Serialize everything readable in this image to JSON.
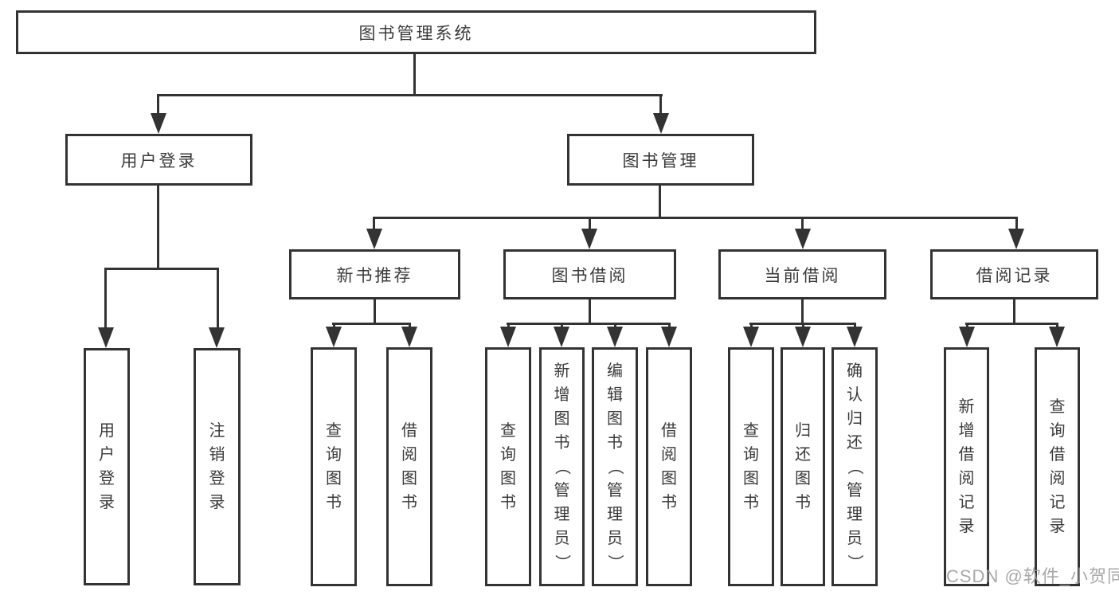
{
  "diagram": {
    "type": "function-structure-tree",
    "tree": {
      "label": "图书管理系统",
      "children": [
        {
          "label": "用户登录",
          "children": [
            {
              "label": "用户登录"
            },
            {
              "label": "注销登录"
            }
          ]
        },
        {
          "label": "图书管理",
          "children": [
            {
              "label": "新书推荐",
              "children": [
                {
                  "label": "查询图书"
                },
                {
                  "label": "借阅图书"
                }
              ]
            },
            {
              "label": "图书借阅",
              "children": [
                {
                  "label": "查询图书"
                },
                {
                  "label": "新增图书（管理员）"
                },
                {
                  "label": "编辑图书（管理员）"
                },
                {
                  "label": "借阅图书"
                }
              ]
            },
            {
              "label": "当前借阅",
              "children": [
                {
                  "label": "查询图书"
                },
                {
                  "label": "归还图书"
                },
                {
                  "label": "确认归还（管理员）"
                }
              ]
            },
            {
              "label": "借阅记录",
              "children": [
                {
                  "label": "新增借阅记录"
                },
                {
                  "label": "查询借阅记录"
                }
              ]
            }
          ]
        }
      ]
    }
  },
  "watermark": {
    "text": "CSDN @软件_小贺同学"
  },
  "colors": {
    "line": "#333333",
    "text": "#3a3a3a",
    "background": "#ffffff",
    "watermark": "#9e9e9e"
  }
}
